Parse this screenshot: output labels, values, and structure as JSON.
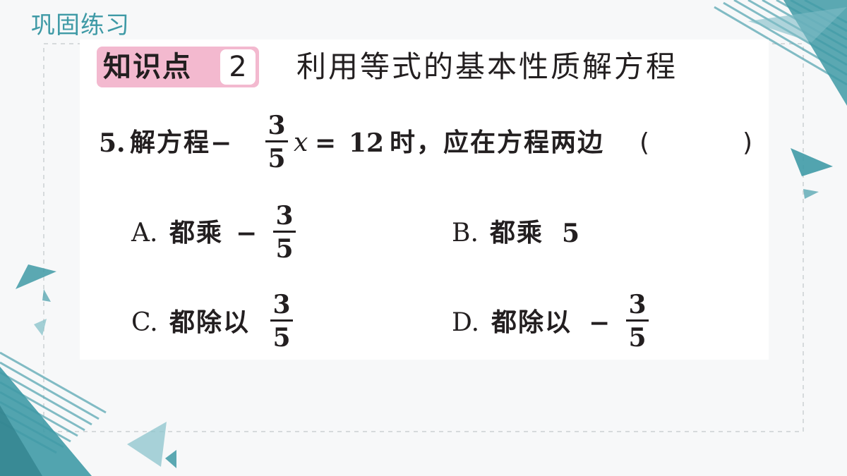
{
  "header": {
    "section_title": "巩固练习"
  },
  "knowledge_point": {
    "label": "知识点",
    "number": "2",
    "topic": "利用等式的基本性质解方程"
  },
  "question": {
    "number": "5.",
    "prefix": "解方程",
    "minus": "−",
    "fraction": {
      "numerator": "3",
      "denominator": "5"
    },
    "variable": "x",
    "equals": "=",
    "rhs": "12",
    "suffix": "时，应在方程两边",
    "paren_open": "(",
    "paren_close": ")"
  },
  "options": [
    {
      "letter": "A.",
      "text": "都乘",
      "minus": "−",
      "fraction": {
        "numerator": "3",
        "denominator": "5"
      }
    },
    {
      "letter": "B.",
      "text": "都乘",
      "value": "5"
    },
    {
      "letter": "C.",
      "text": "都除以",
      "fraction": {
        "numerator": "3",
        "denominator": "5"
      }
    },
    {
      "letter": "D.",
      "text": "都除以",
      "minus": "−",
      "fraction": {
        "numerator": "3",
        "denominator": "5"
      }
    }
  ],
  "colors": {
    "accent": "#3f9aa6",
    "badge": "#f3b9cf",
    "text": "#231f20"
  }
}
